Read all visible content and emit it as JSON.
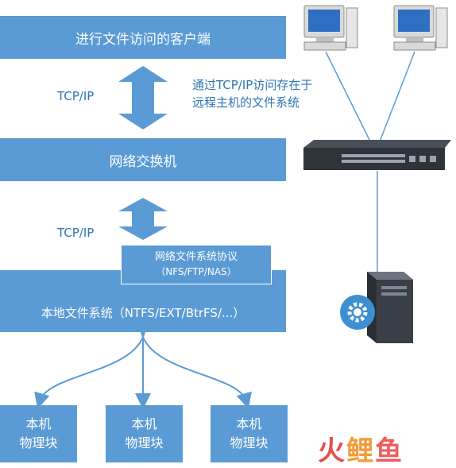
{
  "client_box": "进行文件访问的客户端",
  "switch_box": "网络交换机",
  "tcpip_top": "TCP/IP",
  "tcpip_bottom": "TCP/IP",
  "remote_note_line1": "通过TCP/IP访问存在于",
  "remote_note_line2": "远程主机的文件系统",
  "nfs_box_line1": "网络文件系统协议",
  "nfs_box_line2": "（NFS/FTP/NAS）",
  "local_fs_box": "本地文件系统（NTFS/EXT/BtrFS/...）",
  "block_boxes": [
    {
      "line1": "本机",
      "line2": "物理块"
    },
    {
      "line1": "本机",
      "line2": "物理块"
    },
    {
      "line1": "本机",
      "line2": "物理块"
    }
  ],
  "watermark": {
    "chars": [
      "火",
      "鲤",
      "鱼"
    ],
    "colors": [
      "#e84e4e",
      "#f29b3a",
      "#ef5b5b"
    ]
  },
  "colors": {
    "box_fill": "#5b9bd5",
    "label_blue": "#2e75b6",
    "line": "#5b9bd5"
  }
}
